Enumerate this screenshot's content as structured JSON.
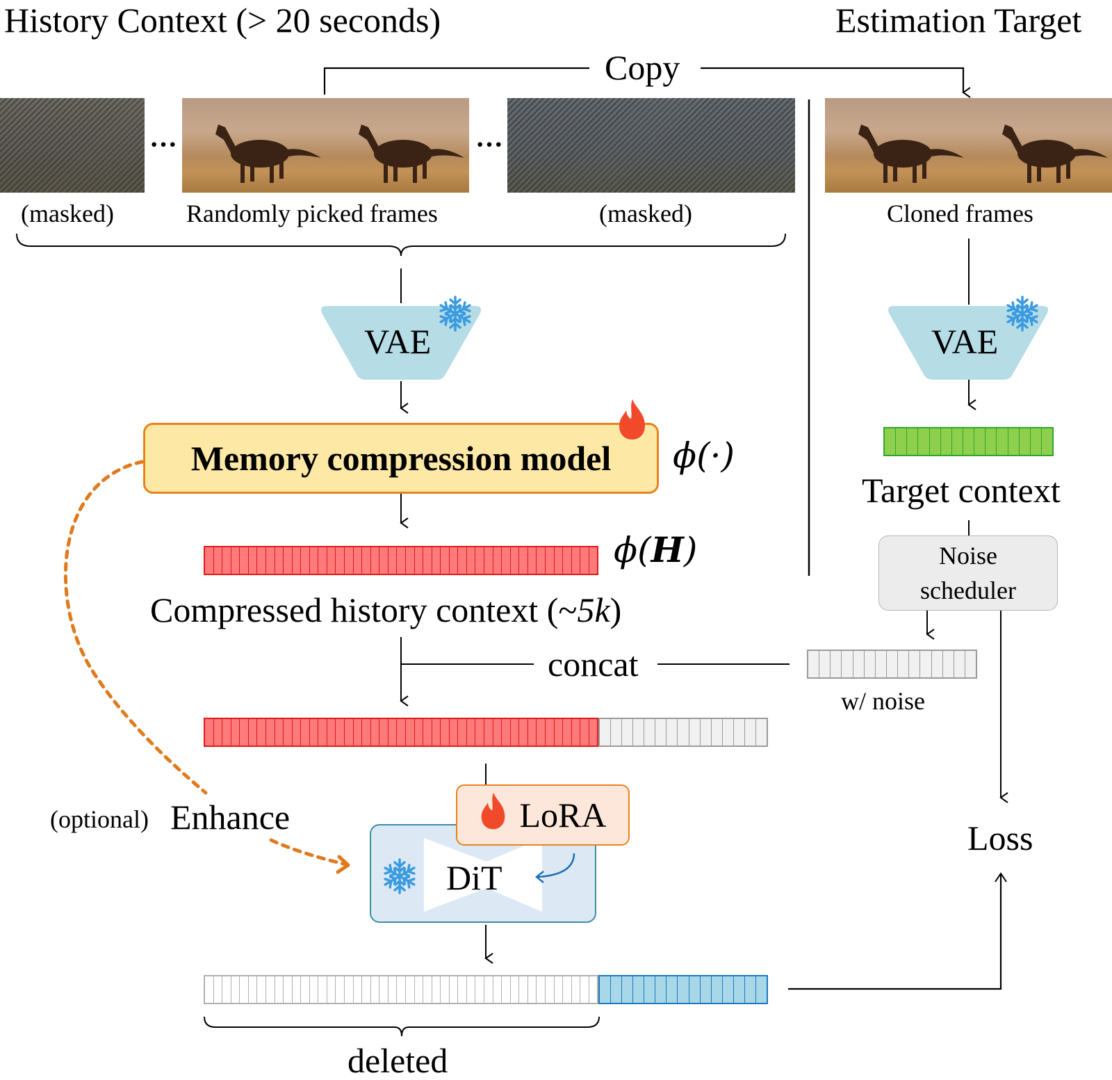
{
  "header": {
    "left_title": "History Context (> 20 seconds)",
    "right_title": "Estimation Target"
  },
  "copy_label": "Copy",
  "frames": {
    "masked_left_label": "(masked)",
    "picked_label": "Randomly picked frames",
    "masked_right_label": "(masked)",
    "cloned_label": "Cloned frames",
    "ellipsis": "···"
  },
  "left_branch": {
    "vae_label": "VAE",
    "memory_model_label": "Memory compression model",
    "memory_model_symbol": "ϕ(·)",
    "compressed_symbol_phi": "ϕ(",
    "compressed_symbol_H": "H",
    "compressed_symbol_close": ")",
    "compressed_label": "Compressed history context (~",
    "compressed_label_k": "5k",
    "compressed_label_close": ")",
    "concat_label": "concat",
    "lora_label": "LoRA",
    "dit_label": "DiT",
    "enhance_optional": "(optional)",
    "enhance_label": "Enhance",
    "deleted_label": "deleted"
  },
  "right_branch": {
    "vae_label": "VAE",
    "target_context_label": "Target context",
    "noise_scheduler_line1": "Noise",
    "noise_scheduler_line2": "scheduler",
    "noise_label": "w/ noise",
    "loss_label": "Loss"
  },
  "token_bars": {
    "compressed": {
      "cells": 45,
      "fill": "#ff7b7b",
      "stroke": "#e01818"
    },
    "target": {
      "cells": 15,
      "fill": "#8ecf4d",
      "stroke": "#2fa52f"
    },
    "noise": {
      "cells": 15,
      "fill": "#f1f1f1",
      "stroke": "#9a9a9a"
    },
    "concat_red": {
      "cells": 45,
      "fill": "#ff7b7b",
      "stroke": "#e01818"
    },
    "concat_grey": {
      "cells": 15,
      "fill": "#f1f1f1",
      "stroke": "#9a9a9a"
    },
    "output_deleted": {
      "cells": 45,
      "fill": "#ffffff",
      "stroke": "#b0b0b0"
    },
    "output_blue": {
      "cells": 15,
      "fill": "#a8d8e8",
      "stroke": "#1c78c0"
    }
  },
  "colors": {
    "vae_fill": "#b6dce6",
    "snowflake": "#3a9be0",
    "flame": "#f04a2a",
    "dashed_arrow": "#e07a1c",
    "lora_arrow": "#1c6eb4"
  }
}
